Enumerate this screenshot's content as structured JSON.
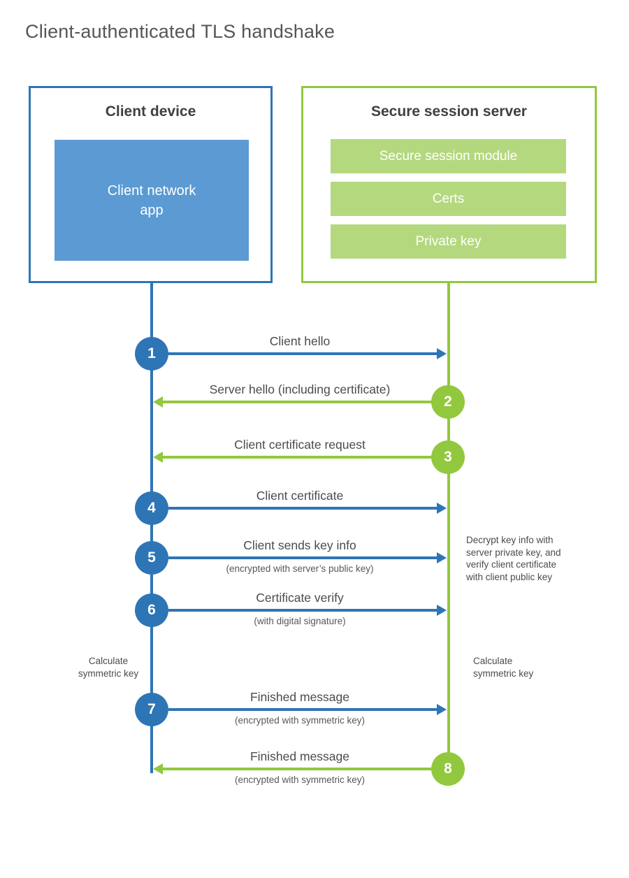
{
  "title": "Client-authenticated TLS handshake",
  "colors": {
    "blue_accent": "#2e75b6",
    "blue_fill": "#5b9ad3",
    "green_accent": "#92c83e",
    "green_fill": "#b4d87e",
    "text_dark": "#3e4044",
    "text_gray": "#55565a"
  },
  "actors": {
    "client": {
      "title": "Client device",
      "module_lines": [
        "Client network",
        "app"
      ]
    },
    "server": {
      "title": "Secure session server",
      "modules": [
        "Secure session module",
        "Certs",
        "Private key"
      ]
    }
  },
  "messages": [
    {
      "num": "1",
      "label": "Client hello",
      "sublabel": "",
      "direction": "right"
    },
    {
      "num": "2",
      "label": "Server hello (including certificate)",
      "sublabel": "",
      "direction": "left"
    },
    {
      "num": "3",
      "label": "Client certificate request",
      "sublabel": "",
      "direction": "left"
    },
    {
      "num": "4",
      "label": "Client certificate",
      "sublabel": "",
      "direction": "right"
    },
    {
      "num": "5",
      "label": "Client sends key info",
      "sublabel": "(encrypted with server’s public key)",
      "direction": "right"
    },
    {
      "num": "6",
      "label": "Certificate verify",
      "sublabel": "(with digital signature)",
      "direction": "right"
    },
    {
      "num": "7",
      "label": "Finished message",
      "sublabel": "(encrypted with symmetric key)",
      "direction": "right"
    },
    {
      "num": "8",
      "label": "Finished message",
      "sublabel": "(encrypted with symmetric key)",
      "direction": "left"
    }
  ],
  "annotations": {
    "decrypt_lines": [
      "Decrypt key info with",
      "server private key, and",
      "verify client certificate",
      "with client public key"
    ],
    "calc_client_lines": [
      "Calculate",
      "symmetric key"
    ],
    "calc_server_lines": [
      "Calculate",
      "symmetric key"
    ]
  }
}
